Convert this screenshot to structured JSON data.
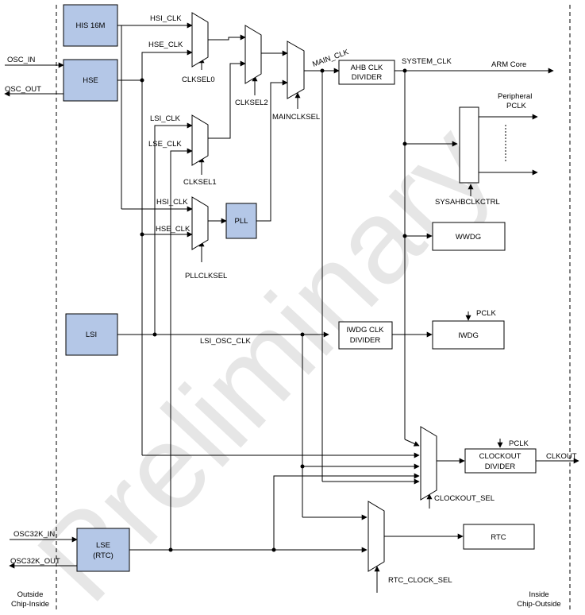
{
  "watermark": "Preliminary",
  "blocks": {
    "his16m": "HIS 16M",
    "hse": "HSE",
    "lsi": "LSI",
    "lse": "LSE",
    "lse_sub": "(RTC)",
    "pll": "PLL",
    "ahb_1": "AHB CLK",
    "ahb_2": "DIVIDER",
    "wwdg": "WWDG",
    "iwdg_div_1": "IWDG CLK",
    "iwdg_div_2": "DIVIDER",
    "iwdg": "IWDG",
    "clkout_div_1": "CLOCKOUT",
    "clkout_div_2": "DIVIDER",
    "rtc": "RTC"
  },
  "signals": {
    "osc_in": "OSC_IN",
    "osc_out": "OSC_OUT",
    "hsi_clk_1": "HSI_CLK",
    "hse_clk_1": "HSE_CLK",
    "lsi_clk": "LSI_CLK",
    "lse_clk": "LSE_CLK",
    "hsi_clk_2": "HSI_CLK",
    "hse_clk_2": "HSE_CLK",
    "main_clk": "MAIN_CLK",
    "system_clk": "SYSTEM_CLK",
    "arm_core": "ARM Core",
    "peripheral_1": "Peripheral",
    "peripheral_2": "PCLK",
    "lsi_osc_clk": "LSI_OSC_CLK",
    "pclk_iwdg": "PCLK",
    "pclk_clkout": "PCLK",
    "clkout": "CLKOUT",
    "osc32k_in": "OSC32K_IN",
    "osc32k_out": "OSC32K_OUT"
  },
  "selects": {
    "clksel0": "CLKSEL0",
    "clksel1": "CLKSEL1",
    "clksel2": "CLKSEL2",
    "mainclksel": "MAINCLKSEL",
    "pllclksel": "PLLCLKSEL",
    "sysahbclkctrl": "SYSAHBCLKCTRL",
    "clockout_sel": "CLOCKOUT_SEL",
    "rtc_clock_sel": "RTC_CLOCK_SEL"
  },
  "regions": {
    "left_1": "Outside",
    "left_2": "Chip-Inside",
    "right_1": "Inside",
    "right_2": "Chip-Outside"
  }
}
